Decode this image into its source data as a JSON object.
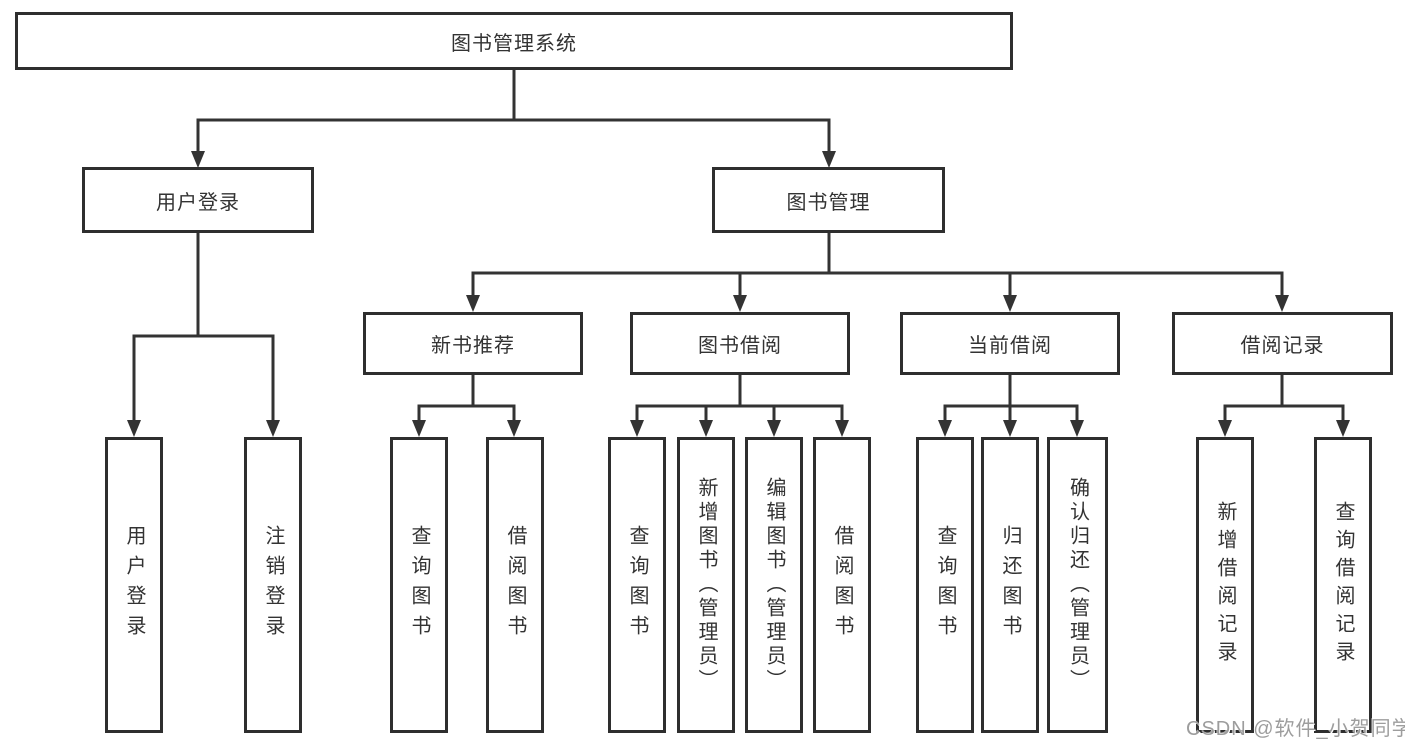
{
  "diagram": {
    "root": {
      "label": "图书管理系统"
    },
    "level2": [
      {
        "label": "用户登录",
        "children": [
          {
            "label": "用户登录"
          },
          {
            "label": "注销登录"
          }
        ]
      },
      {
        "label": "图书管理",
        "children": [
          {
            "label": "新书推荐",
            "children": [
              {
                "label": "查询图书"
              },
              {
                "label": "借阅图书"
              }
            ]
          },
          {
            "label": "图书借阅",
            "children": [
              {
                "label": "查询图书"
              },
              {
                "label": "新增图书（管理员）"
              },
              {
                "label": "编辑图书（管理员）"
              },
              {
                "label": "借阅图书"
              }
            ]
          },
          {
            "label": "当前借阅",
            "children": [
              {
                "label": "查询图书"
              },
              {
                "label": "归还图书"
              },
              {
                "label": "确认归还（管理员）"
              }
            ]
          },
          {
            "label": "借阅记录",
            "children": [
              {
                "label": "新增借阅记录"
              },
              {
                "label": "查询借阅记录"
              }
            ]
          }
        ]
      }
    ]
  },
  "watermark": {
    "text": "CSDN @软件_小贺同学"
  },
  "colors": {
    "line": "#333333",
    "box_border": "#2e2e2e",
    "box_fill": "#ffffff",
    "text": "#333333",
    "watermark": "#9d9d9d",
    "background": "#ffffff"
  }
}
